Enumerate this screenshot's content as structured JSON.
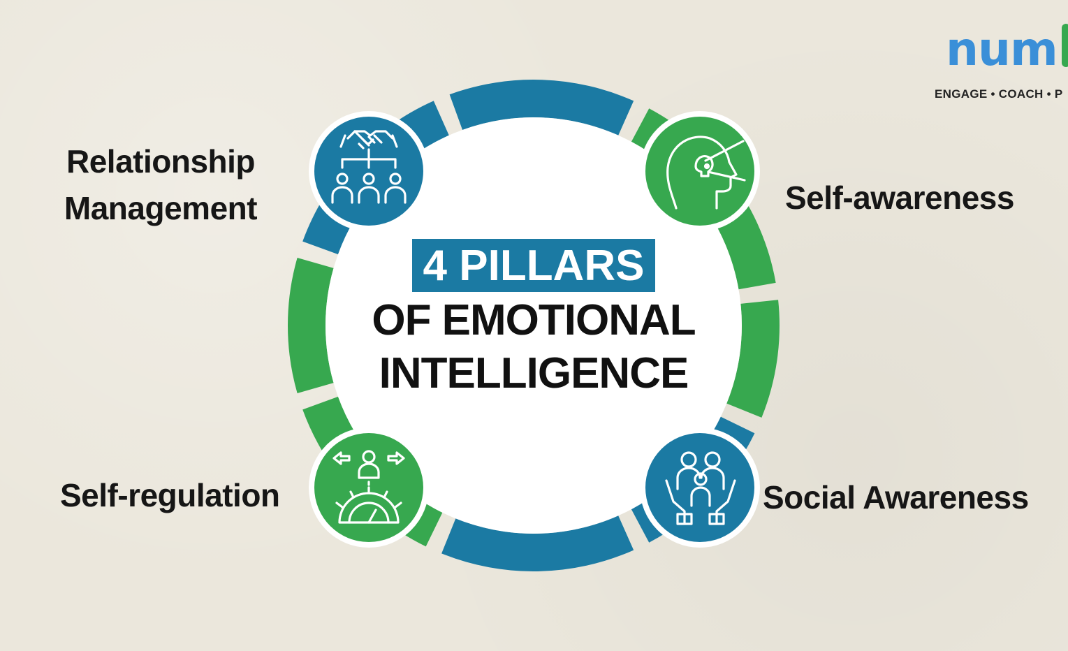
{
  "title": {
    "badge": "4 PILLARS",
    "line1": "OF EMOTIONAL",
    "line2": "INTELLIGENCE"
  },
  "pillars": [
    {
      "label": "Self-awareness",
      "icon": "head-eye-icon",
      "color": "#37a84f"
    },
    {
      "label": "Social Awareness",
      "icon": "family-hands-icon",
      "color": "#1b7aa3"
    },
    {
      "label": "Self-regulation",
      "icon": "person-gear-arrows-icon",
      "color": "#37a84f"
    },
    {
      "label": "Relationship Management",
      "line1": "Relationship",
      "line2": "Management",
      "icon": "handshake-team-icon",
      "color": "#1b7aa3"
    }
  ],
  "colors": {
    "blue": "#1b7aa3",
    "green": "#37a84f",
    "background": "#ebe7dc"
  },
  "brand": {
    "logo_text": "num",
    "tagline": "ENGAGE • COACH • P"
  }
}
